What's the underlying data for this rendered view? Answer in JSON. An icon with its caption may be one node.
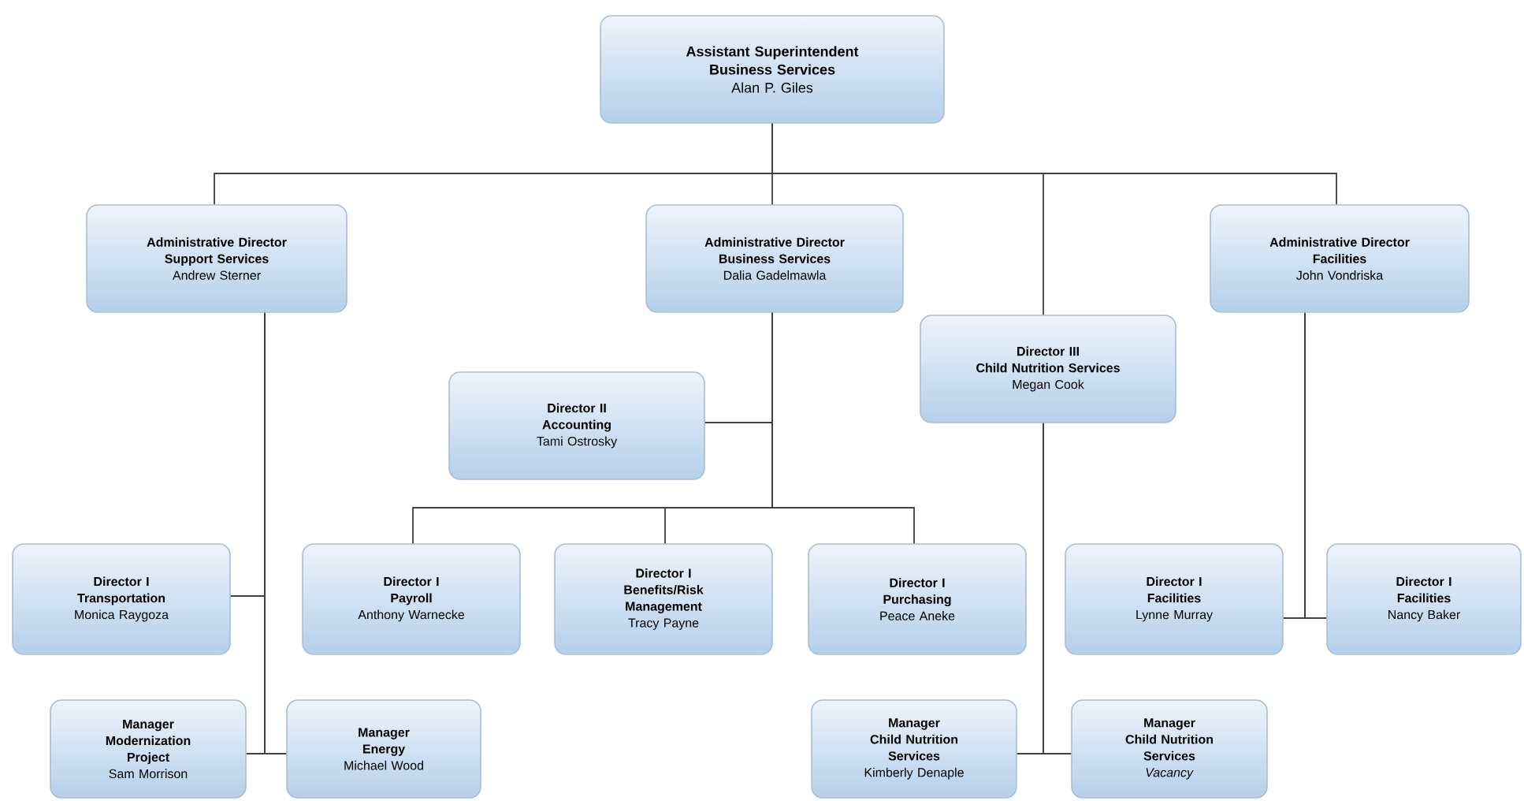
{
  "diagram": {
    "nodes": [
      {
        "text": [
          "Assistant Superintendent",
          "Business Services",
          "Alan P. Giles"
        ]
      },
      {
        "text": [
          "Administrative Director",
          "Support Services",
          "Andrew Sterner"
        ]
      },
      {
        "text": [
          "Administrative Director",
          "Business Services",
          "Dalia Gadelmawla"
        ]
      },
      {
        "text": [
          "Administrative Director",
          "Facilities",
          "John Vondriska"
        ]
      },
      {
        "text": [
          "Director III",
          "Child Nutrition Services",
          "Megan Cook"
        ]
      },
      {
        "text": [
          "Director II",
          "Accounting",
          "Tami Ostrosky"
        ]
      },
      {
        "text": [
          "Director I",
          "Transportation",
          "Monica Raygoza"
        ]
      },
      {
        "text": [
          "Director I",
          "Payroll",
          "Anthony Warnecke"
        ]
      },
      {
        "text": [
          "Director I",
          "Benefits/Risk Management",
          "Tracy Payne"
        ]
      },
      {
        "text": [
          "Director I",
          "Purchasing",
          "Peace Aneke"
        ]
      },
      {
        "text": [
          "Director I",
          "Facilities",
          "Lynne Murray"
        ]
      },
      {
        "text": [
          "Director I",
          "Facilities",
          "Nancy Baker"
        ]
      },
      {
        "text": [
          "Manager",
          "Modernization Project",
          "Sam Morrison"
        ]
      },
      {
        "text": [
          "Manager",
          "Energy",
          "Michael Wood"
        ]
      },
      {
        "text": [
          "Manager",
          "Child Nutrition Services",
          "Kimberly Denaple"
        ]
      },
      {
        "text": [
          "Manager",
          "Child Nutrition Services",
          "*Vacancy*"
        ]
      }
    ],
    "edges": [
      {
        "from": 0,
        "to": 1,
        "arrow": "none"
      },
      {
        "from": 0,
        "to": 2,
        "arrow": "none"
      },
      {
        "from": 0,
        "to": 4,
        "arrow": "none"
      },
      {
        "from": 0,
        "to": 3,
        "arrow": "none"
      },
      {
        "from": 1,
        "to": 6,
        "arrow": "none"
      },
      {
        "from": 1,
        "to": 12,
        "arrow": "none"
      },
      {
        "from": 1,
        "to": 13,
        "arrow": "none"
      },
      {
        "from": 2,
        "to": 5,
        "arrow": "none"
      },
      {
        "from": 2,
        "to": 7,
        "arrow": "none"
      },
      {
        "from": 2,
        "to": 8,
        "arrow": "none"
      },
      {
        "from": 2,
        "to": 9,
        "arrow": "none"
      },
      {
        "from": 4,
        "to": 14,
        "arrow": "none"
      },
      {
        "from": 4,
        "to": 15,
        "arrow": "none"
      },
      {
        "from": 3,
        "to": 10,
        "arrow": "none"
      },
      {
        "from": 3,
        "to": 11,
        "arrow": "none"
      }
    ]
  }
}
